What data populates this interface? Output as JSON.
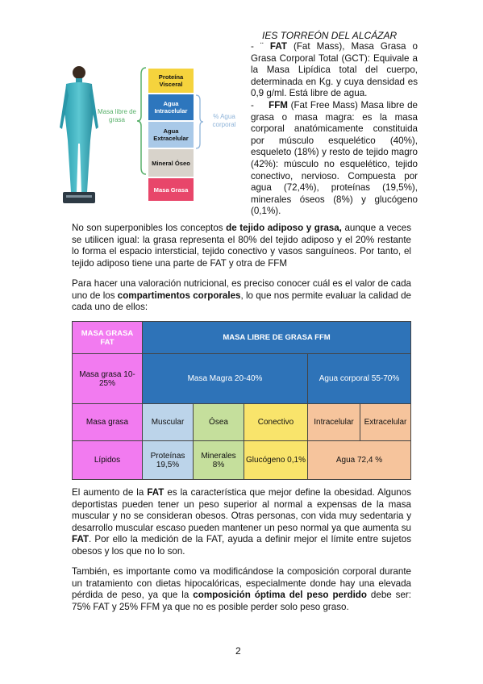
{
  "header": {
    "school": "IES TORREÓN DEL ALCÁZAR"
  },
  "figure": {
    "left_label": "Masa libre de grasa",
    "right_label": "% Agua corporal",
    "stack": [
      {
        "label": "Proteína Visceral",
        "color": "#f5d33d"
      },
      {
        "label": "Agua Intracelular",
        "color": "#2d76bd"
      },
      {
        "label": "Agua Extracelular",
        "color": "#a9c9e8"
      },
      {
        "label": "Mineral Óseo",
        "color": "#d8d3cb"
      },
      {
        "label": "Masa Grasa",
        "color": "#e8466a"
      }
    ]
  },
  "definitions": {
    "fat_dash": "- ¨",
    "fat_term": "FAT",
    "fat_text": " (Fat Mass), Masa Grasa o Grasa Corporal Total (GCT): Equivale a la Masa Lipídica total del cuerpo, determinada en Kg. y cuya densidad es 0,9 g/ml. Está libre de agua.",
    "ffm_dash": "-",
    "ffm_term": "FFM",
    "ffm_text": " (Fat Free Mass) Masa libre de grasa o masa magra: es la masa corporal anatómicamente constituida por músculo esquelético (40%), esqueleto (18%) y resto de tejido magro (42%): músculo no esquelético, tejido conectivo, nervioso. Compuesta por agua (72,4%), proteínas (19,5%), minerales óseos (8%) y glucógeno (0,1%)."
  },
  "para1": {
    "a": "No son superponibles los conceptos ",
    "b": "de tejido adiposo y grasa,",
    "c": " aunque a veces se utilicen igual: la grasa representa el 80% del tejido adiposo y el 20% restante lo forma el espacio intersticial, tejido conectivo y vasos sanguíneos. Por tanto, el tejido adiposo tiene una parte de FAT y otra de FFM"
  },
  "para2": {
    "a": "Para hacer una valoración nutricional, es preciso conocer cuál es el valor de cada uno de los ",
    "b": "compartimentos corporales",
    "c": ", lo que nos permite evaluar la calidad de cada uno de ellos:"
  },
  "table": {
    "h_fat": "MASA GRASA FAT",
    "h_ffm": "MASA LIBRE DE GRASA FFM",
    "r1_fat": "Masa grasa 10-25%",
    "r1_magra": "Masa Magra 20-40%",
    "r1_agua": "Agua corporal 55-70%",
    "r2_fat": "Masa grasa",
    "r2_muscular": "Muscular",
    "r2_osea": "Ósea",
    "r2_conectivo": "Conectivo",
    "r2_intra": "Intracelular",
    "r2_extra": "Extracelular",
    "r3_fat": "Lípidos",
    "r3_prot": "Proteínas 19,5%",
    "r3_min": "Minerales 8%",
    "r3_gluc": "Glucógeno 0,1%",
    "r3_agua": "Agua 72,4 %"
  },
  "para3": {
    "a": "El aumento de la ",
    "b": "FAT",
    "c": " es la característica que mejor define la obesidad. Algunos deportistas pueden tener un peso superior al normal a expensas de la masa muscular y no se consideran obesos. Otras personas, con vida muy sedentaria y desarrollo muscular escaso pueden mantener un peso normal ya que aumenta su ",
    "d": "FAT",
    "e": ". Por ello la medición de la FAT, ayuda a definir mejor el límite entre sujetos obesos y los que no lo son."
  },
  "para4": {
    "a": "También, es importante como va modificándose la composición corporal durante un tratamiento con dietas hipocalóricas, especialmente donde hay una elevada pérdida de peso, ya que la ",
    "b": "composición óptima del peso perdido",
    "c": " debe ser: 75% FAT y 25% FFM ya que no es posible perder solo peso graso."
  },
  "footer": {
    "page_number": "2"
  }
}
